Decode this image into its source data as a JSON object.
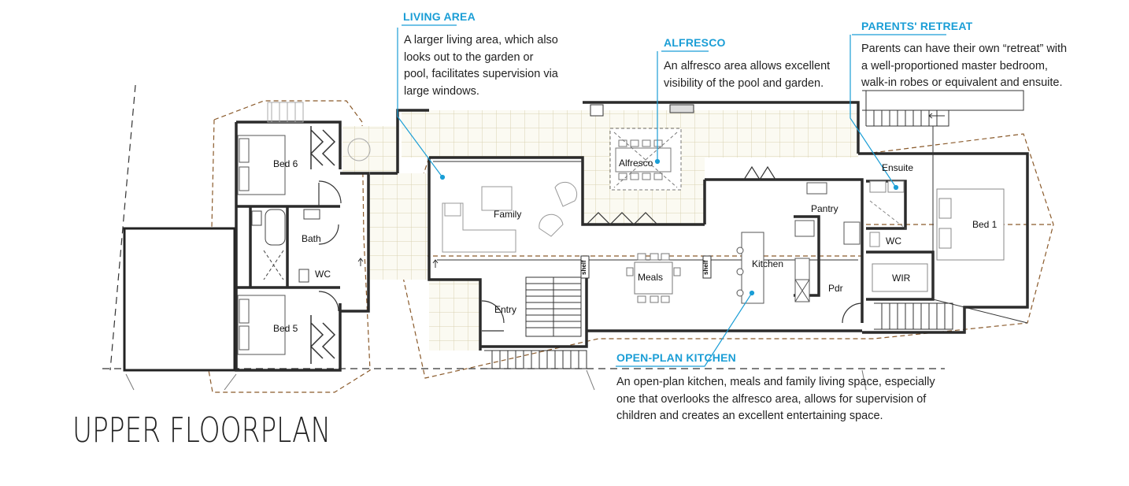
{
  "page_title": "UPPER FLOORPLAN",
  "colors": {
    "accent": "#1b9ed6",
    "wall": "#2b2b2b",
    "boundary": "#8a5a2b",
    "deck_grid": "#d8d2b2"
  },
  "callouts": {
    "living": {
      "title": "LIVING AREA",
      "lines": [
        "A larger living area, which also",
        "looks out to the garden or",
        "pool, facilitates supervision via",
        "large windows."
      ]
    },
    "alfresco": {
      "title": "ALFRESCO",
      "lines": [
        "An alfresco area allows excellent",
        "visibility of the pool and garden."
      ]
    },
    "parents": {
      "title": "PARENTS' RETREAT",
      "lines": [
        "Parents can have their own “retreat” with",
        "a well-proportioned master bedroom,",
        "walk-in robes or equivalent and ensuite."
      ]
    },
    "kitchen": {
      "title": "OPEN-PLAN KITCHEN",
      "lines": [
        "An open-plan kitchen, meals and family living space, especially",
        "one that overlooks the alfresco area, allows for supervision of",
        "children and creates an excellent entertaining space."
      ]
    }
  },
  "rooms": {
    "bed6": "Bed 6",
    "bath": "Bath",
    "wc_left": "WC",
    "bed5": "Bed 5",
    "family": "Family",
    "alfresco": "Alfresco",
    "meals": "Meals",
    "kitchen": "Kitchen",
    "pantry": "Pantry",
    "pdr": "Pdr",
    "entry": "Entry",
    "ensuite": "Ensuite",
    "wc_right": "WC",
    "wir": "WIR",
    "bed1": "Bed 1",
    "shelf": "shelf"
  }
}
